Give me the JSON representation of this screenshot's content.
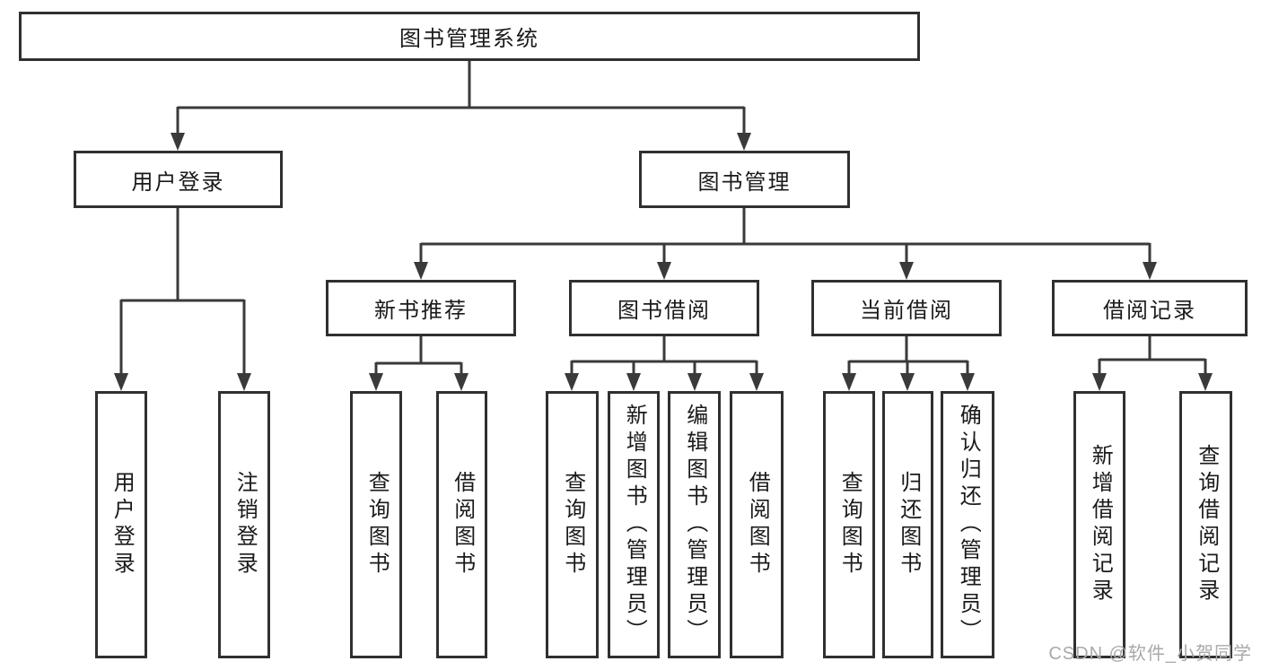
{
  "colors": {
    "line": "#3a3a3a",
    "border": "#303030",
    "text": "#1a1a1a",
    "watermark": "#a9a9a9",
    "background": "#ffffff"
  },
  "diagram": {
    "label": "图书管理系统",
    "children": [
      {
        "label": "用户登录",
        "children": [
          {
            "label": "用户登录"
          },
          {
            "label": "注销登录"
          }
        ]
      },
      {
        "label": "图书管理",
        "children": [
          {
            "label": "新书推荐",
            "children": [
              {
                "label": "查询图书"
              },
              {
                "label": "借阅图书"
              }
            ]
          },
          {
            "label": "图书借阅",
            "children": [
              {
                "label": "查询图书"
              },
              {
                "label": "新增图书（管理员）"
              },
              {
                "label": "编辑图书（管理员）"
              },
              {
                "label": "借阅图书"
              }
            ]
          },
          {
            "label": "当前借阅",
            "children": [
              {
                "label": "查询图书"
              },
              {
                "label": "归还图书"
              },
              {
                "label": "确认归还（管理员）"
              }
            ]
          },
          {
            "label": "借阅记录",
            "children": [
              {
                "label": "新增借阅记录"
              },
              {
                "label": "查询借阅记录"
              }
            ]
          }
        ]
      }
    ]
  },
  "watermark": {
    "text": "CSDN @软件_小贺同学"
  }
}
